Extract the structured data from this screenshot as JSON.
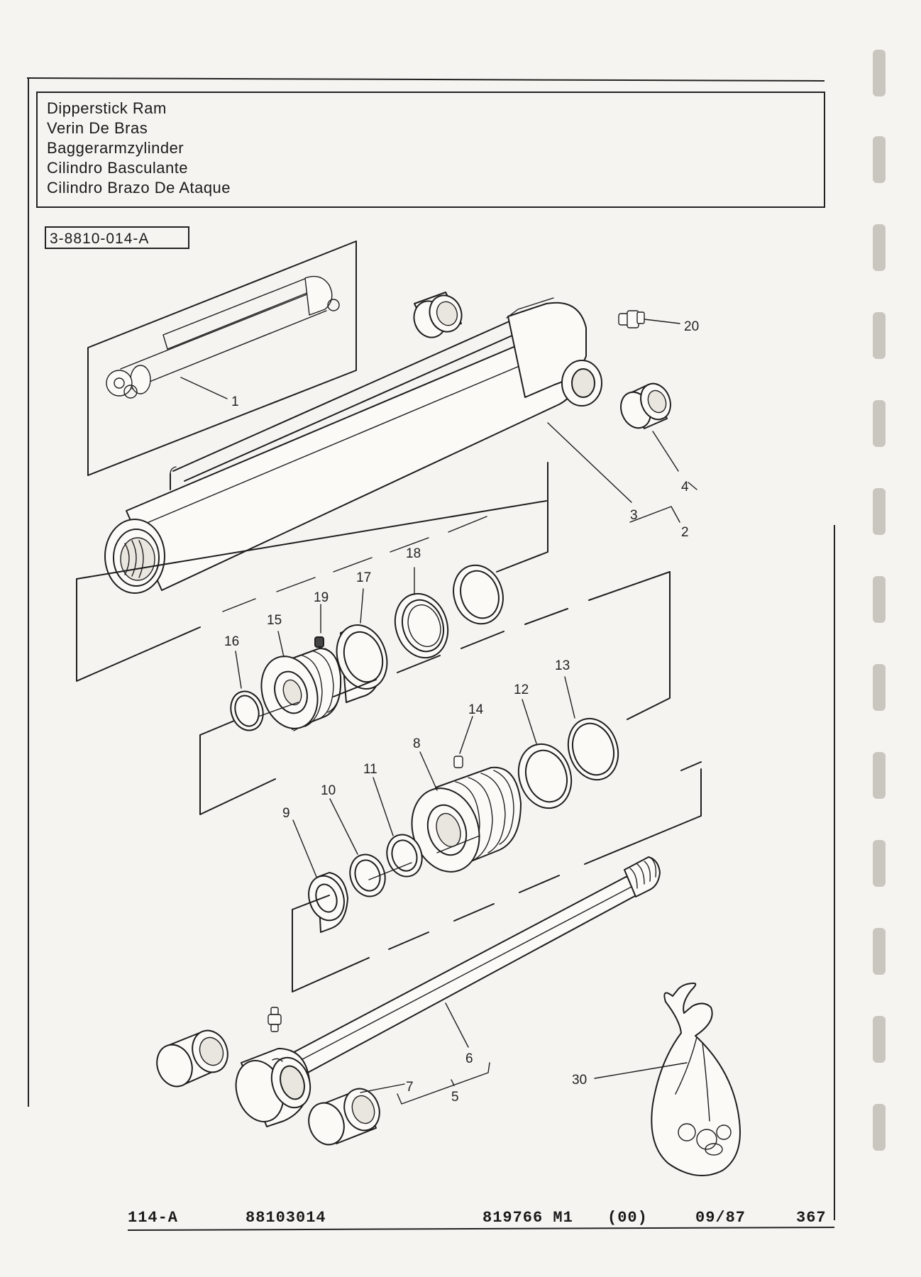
{
  "title_lines": [
    "Dipperstick Ram",
    "Verin De Bras",
    "Baggerarmzylinder",
    "Cilindro Basculante",
    "Cilindro Brazo De Ataque"
  ],
  "figure_code": "3-8810-014-A",
  "callouts": [
    "1",
    "2",
    "3",
    "4",
    "5",
    "6",
    "7",
    "8",
    "9",
    "10",
    "11",
    "12",
    "13",
    "14",
    "15",
    "16",
    "17",
    "18",
    "19",
    "20",
    "30"
  ],
  "footer": {
    "page_ref": "114-A",
    "doc_number": "88103014",
    "part_number": "819766 M1",
    "revision": "(00)",
    "date": "09/87",
    "page": "367"
  }
}
